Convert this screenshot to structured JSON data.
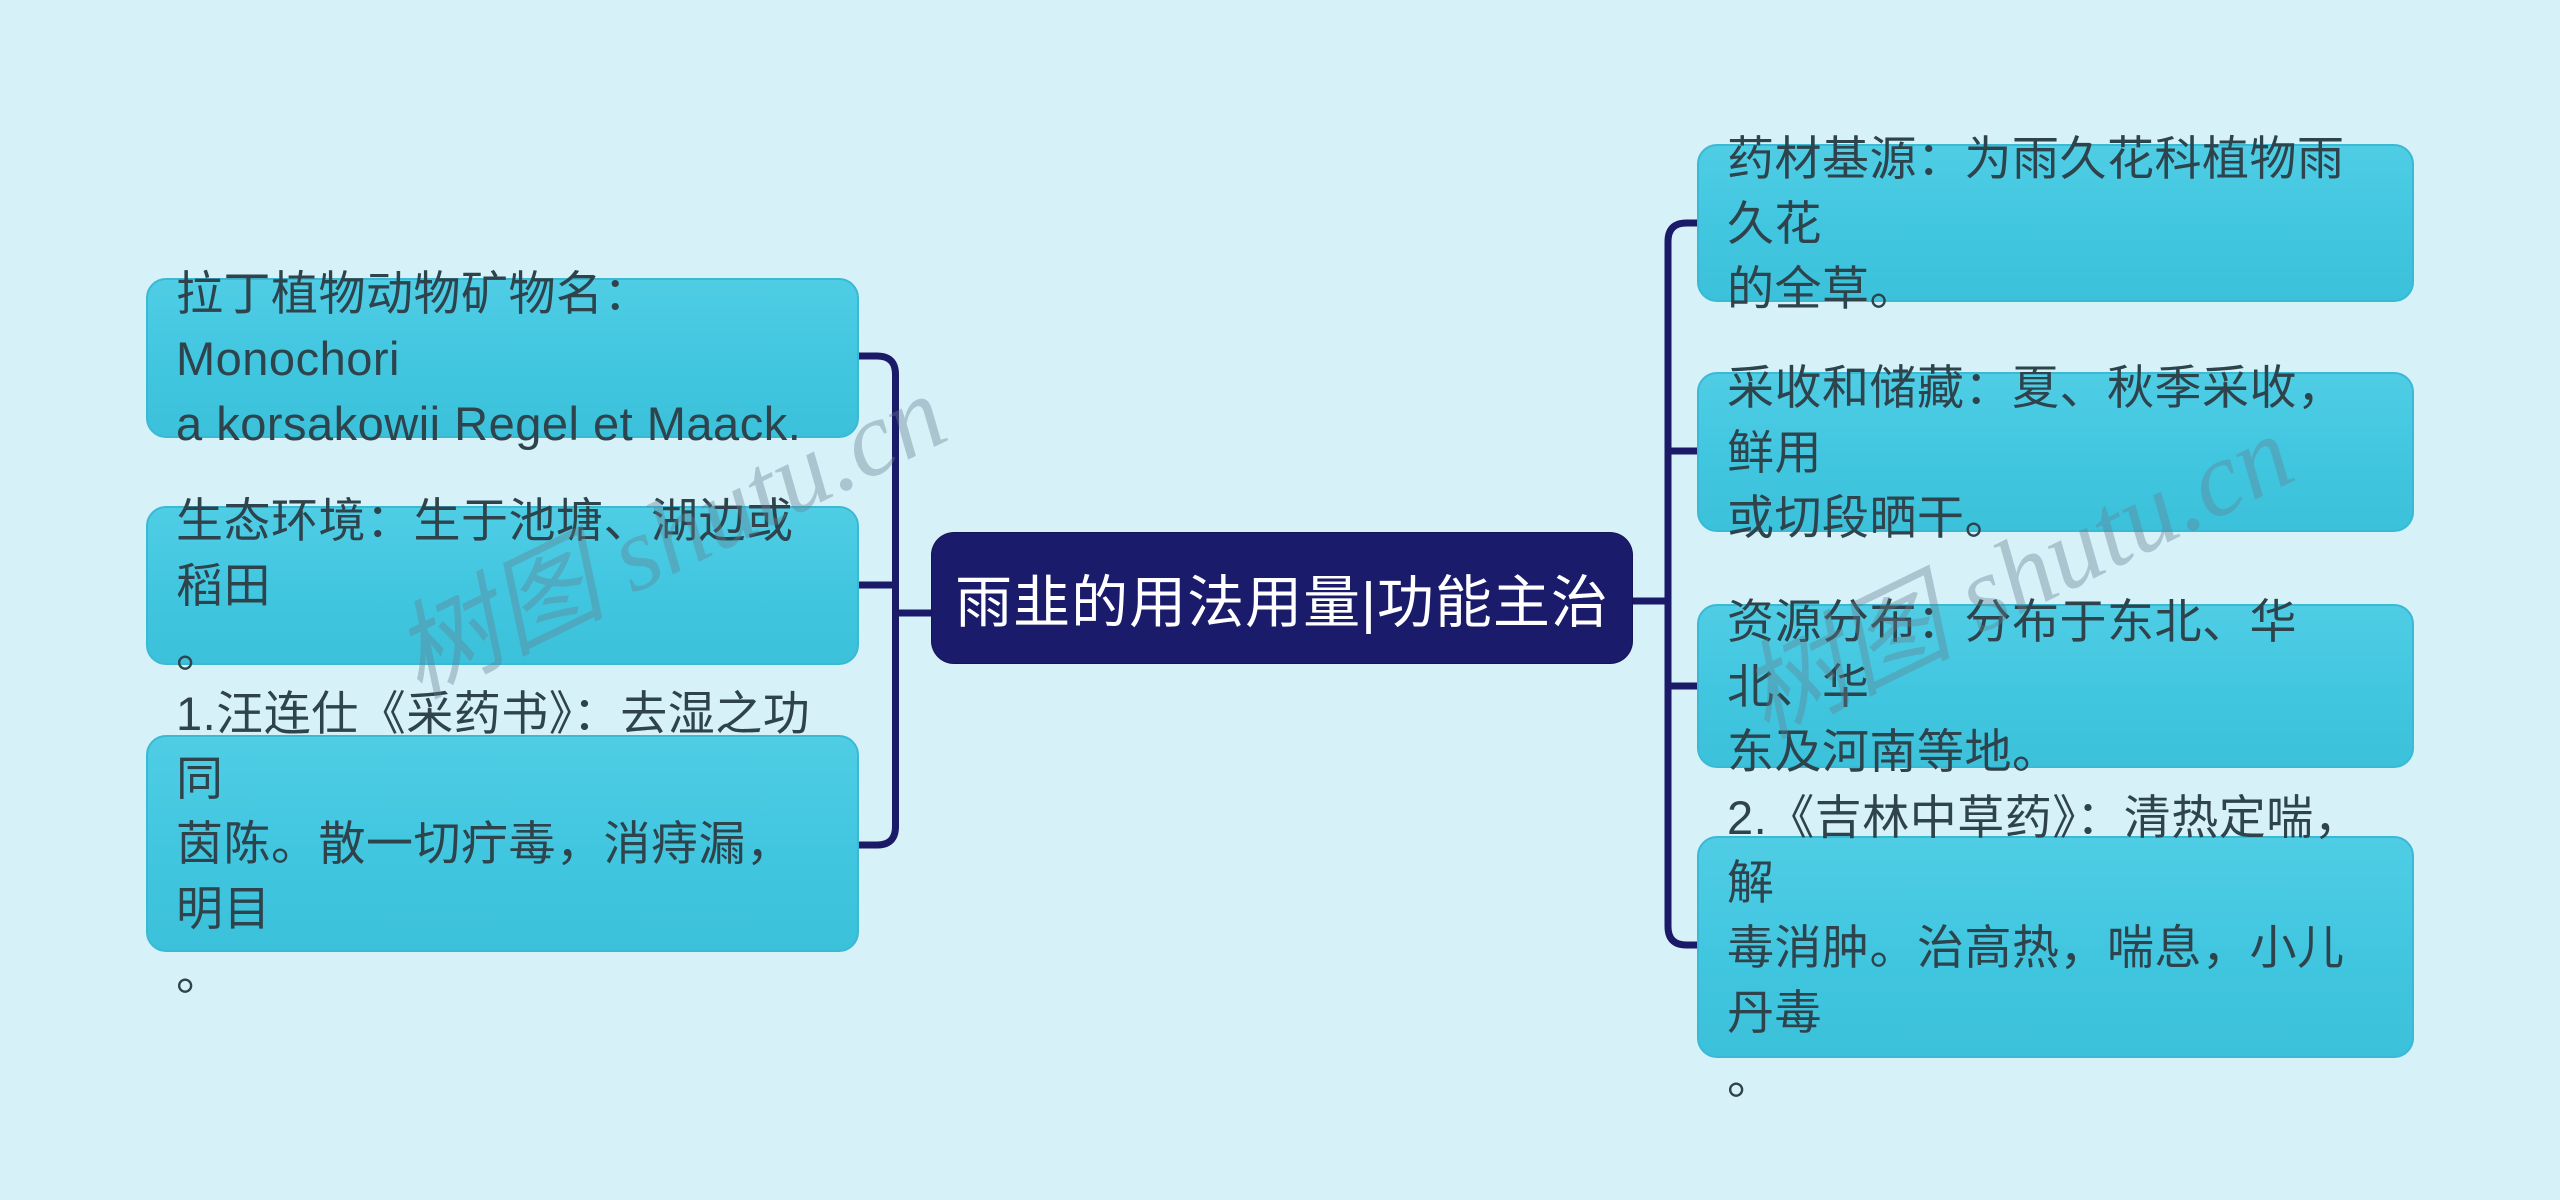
{
  "page": {
    "background_color": "#d6f1f8",
    "branch_fill_color": "#44c8e1",
    "branch_text_color": "#2e434b",
    "center_fill_color": "#1b1b6b",
    "center_text_color": "#ffffff",
    "connector_color": "#1a1a68"
  },
  "center_node": {
    "label": "雨韭的用法用量|功能主治"
  },
  "left_branches": [
    {
      "text": "拉丁植物动物矿物名：Monochori\na korsakowii Regel et Maack."
    },
    {
      "text": "生态环境：生于池塘、湖边或稻田\n。"
    },
    {
      "text": "1.汪连仕《采药书》：去湿之功同\n茵陈。散一切疔毒，消痔漏，明目\n。"
    }
  ],
  "right_branches": [
    {
      "text": "药材基源：为雨久花科植物雨久花\n的全草。"
    },
    {
      "text": "采收和储藏：夏、秋季采收，鲜用\n或切段晒干。"
    },
    {
      "text": "资源分布：分布于东北、华北、华\n东及河南等地。"
    },
    {
      "text": "2.《吉林中草药》：清热定喘，解\n毒消肿。治高热，喘息，小儿丹毒\n。"
    }
  ],
  "watermark": {
    "text": "树图 shutu.cn"
  }
}
